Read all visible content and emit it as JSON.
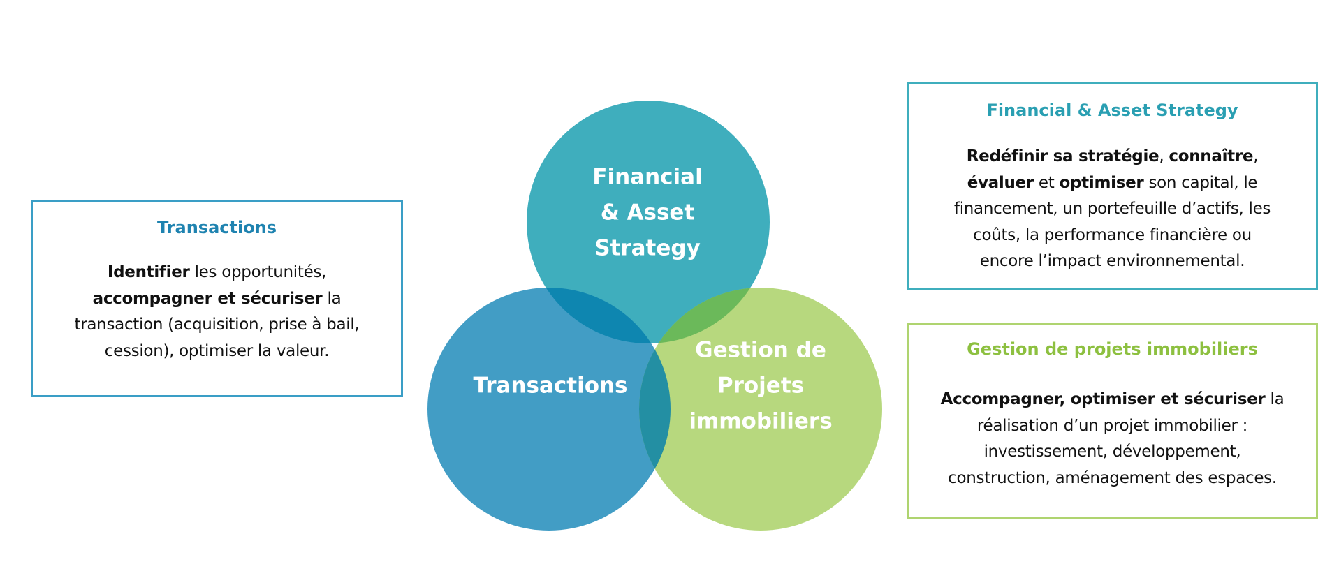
{
  "colors": {
    "financial": "#3FAEBD",
    "transactions": "#3496C1",
    "gestion": "#AFD470",
    "financial_title": "#2A9FB2",
    "transactions_title": "#1F83B0",
    "gestion_title": "#8DC040"
  },
  "circles": {
    "financial": [
      "Financial",
      "& Asset",
      "Strategy"
    ],
    "transactions": [
      "Transactions"
    ],
    "gestion": [
      "Gestion de",
      "Projets",
      "immobiliers"
    ]
  },
  "boxes": {
    "transactions": {
      "title": "Transactions",
      "lines": [
        [
          {
            "b": "Identifier"
          },
          {
            "t": " les opportunités,"
          }
        ],
        [
          {
            "b": "accompagner et sécuriser"
          },
          {
            "t": " la"
          }
        ],
        [
          {
            "t": "transaction (acquisition, prise à bail,"
          }
        ],
        [
          {
            "t": "cession), optimiser la valeur."
          }
        ]
      ]
    },
    "financial": {
      "title": "Financial & Asset Strategy",
      "lines": [
        [
          {
            "b": "Redéfinir sa stratégie"
          },
          {
            "t": ", "
          },
          {
            "b": "connaître"
          },
          {
            "t": ","
          }
        ],
        [
          {
            "b": "évaluer"
          },
          {
            "t": " et "
          },
          {
            "b": "optimiser"
          },
          {
            "t": " son capital, le"
          }
        ],
        [
          {
            "t": "financement, un portefeuille d’actifs, les"
          }
        ],
        [
          {
            "t": "coûts, la performance financière ou"
          }
        ],
        [
          {
            "t": "encore l’impact environnemental."
          }
        ]
      ]
    },
    "gestion": {
      "title": "Gestion de projets immobiliers",
      "lines": [
        [
          {
            "b": "Accompagner, optimiser et sécuriser"
          },
          {
            "t": " la"
          }
        ],
        [
          {
            "t": "réalisation d’un projet immobilier :"
          }
        ],
        [
          {
            "t": "investissement, développement,"
          }
        ],
        [
          {
            "t": "construction, aménagement des espaces."
          }
        ]
      ]
    }
  }
}
